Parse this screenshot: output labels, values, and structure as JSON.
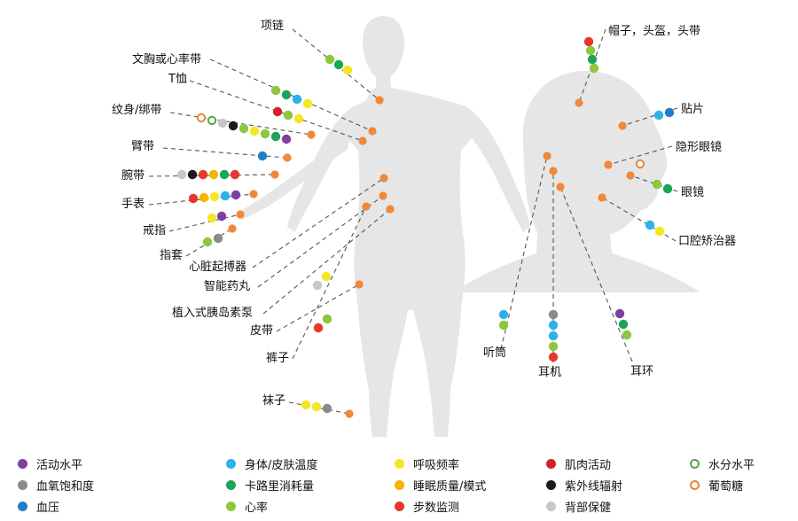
{
  "colors": {
    "activity": "#7f3fa0",
    "spo2": "#8a8a8a",
    "bp": "#1f7fc6",
    "temp": "#2bb3e8",
    "calorie": "#1aa55a",
    "hr": "#8dc63f",
    "resp": "#f4e625",
    "sleep": "#f4b400",
    "steps": "#e8372c",
    "muscle": "#d3212a",
    "uv": "#1a1a1a",
    "back": "#c7c7c7",
    "hydration": "#55a845",
    "glucose": "#e8853a",
    "anchor": "#f0883a",
    "body": "#e6e6e6"
  },
  "body_labels": {
    "necklace": "项链",
    "bra": "文胸或心率带",
    "tshirt": "T恤",
    "tattoo": "纹身/绑带",
    "armband": "臂带",
    "wristband": "腕带",
    "watch": "手表",
    "ring": "戒指",
    "glove": "指套",
    "pacemaker": "心脏起搏器",
    "pill": "智能药丸",
    "insulin": "植入式胰岛素泵",
    "belt": "皮带",
    "pants": "裤子",
    "socks": "袜子"
  },
  "head_labels": {
    "hat": "帽子，头盔，头带",
    "patch": "贴片",
    "contact": "隐形眼镜",
    "glasses": "眼镜",
    "braces": "口腔矫治器",
    "stethoscope": "听筒",
    "earphone": "耳机",
    "earring": "耳环"
  },
  "legend": [
    {
      "key": "activity",
      "label": "活动水平"
    },
    {
      "key": "spo2",
      "label": "血氧饱和度"
    },
    {
      "key": "bp",
      "label": "血压"
    },
    {
      "key": "temp",
      "label": "身体/皮肤温度"
    },
    {
      "key": "calorie",
      "label": "卡路里消耗量"
    },
    {
      "key": "hr",
      "label": "心率"
    },
    {
      "key": "resp",
      "label": "呼吸频率"
    },
    {
      "key": "sleep",
      "label": "睡眠质量/模式"
    },
    {
      "key": "steps",
      "label": "步数监测"
    },
    {
      "key": "muscle",
      "label": "肌肉活动"
    },
    {
      "key": "uv",
      "label": "紫外线辐射"
    },
    {
      "key": "back",
      "label": "背部保健"
    },
    {
      "key": "hydration",
      "label": "水分水平",
      "hollow": true
    },
    {
      "key": "glucose",
      "label": "葡萄糖",
      "hollow": true
    }
  ]
}
